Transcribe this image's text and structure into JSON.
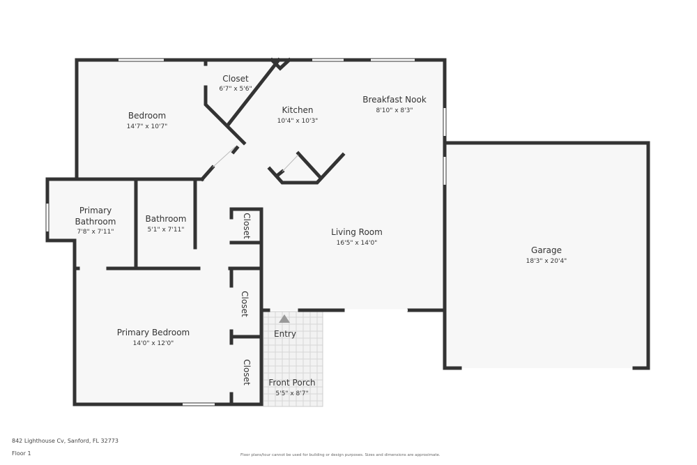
{
  "rooms": {
    "bedroom": {
      "name": "Bedroom",
      "dim": "14'7\" x 10'7\""
    },
    "closet_top": {
      "name": "Closet",
      "dim": "6'7\" x 5'6\""
    },
    "kitchen": {
      "name": "Kitchen",
      "dim": "10'4\" x 10'3\""
    },
    "nook": {
      "name": "Breakfast Nook",
      "dim": "8'10\" x 8'3\""
    },
    "primary_bath": {
      "name1": "Primary",
      "name2": "Bathroom",
      "dim": "7'8\" x 7'11\""
    },
    "bathroom": {
      "name": "Bathroom",
      "dim": "5'1\" x 7'11\""
    },
    "living": {
      "name": "Living Room",
      "dim": "16'5\" x 14'0\""
    },
    "garage": {
      "name": "Garage",
      "dim": "18'3\" x 20'4\""
    },
    "primary_bed": {
      "name": "Primary Bedroom",
      "dim": "14'0\" x 12'0\""
    },
    "closet1": {
      "name": "Closet"
    },
    "closet2": {
      "name": "Closet"
    },
    "closet3": {
      "name": "Closet"
    },
    "entry": {
      "name": "Entry"
    },
    "porch": {
      "name": "Front Porch",
      "dim": "5'5\" x 8'7\""
    }
  },
  "footer": {
    "address": "842 Lighthouse Cv, Sanford, FL 32773",
    "floor": "Floor 1",
    "disclaimer": "Floor plans/tour cannot be used for building or design purposes. Sizes and dimensions are approximate."
  },
  "colors": {
    "wall": "#333333",
    "floor": "#f7f7f7"
  }
}
